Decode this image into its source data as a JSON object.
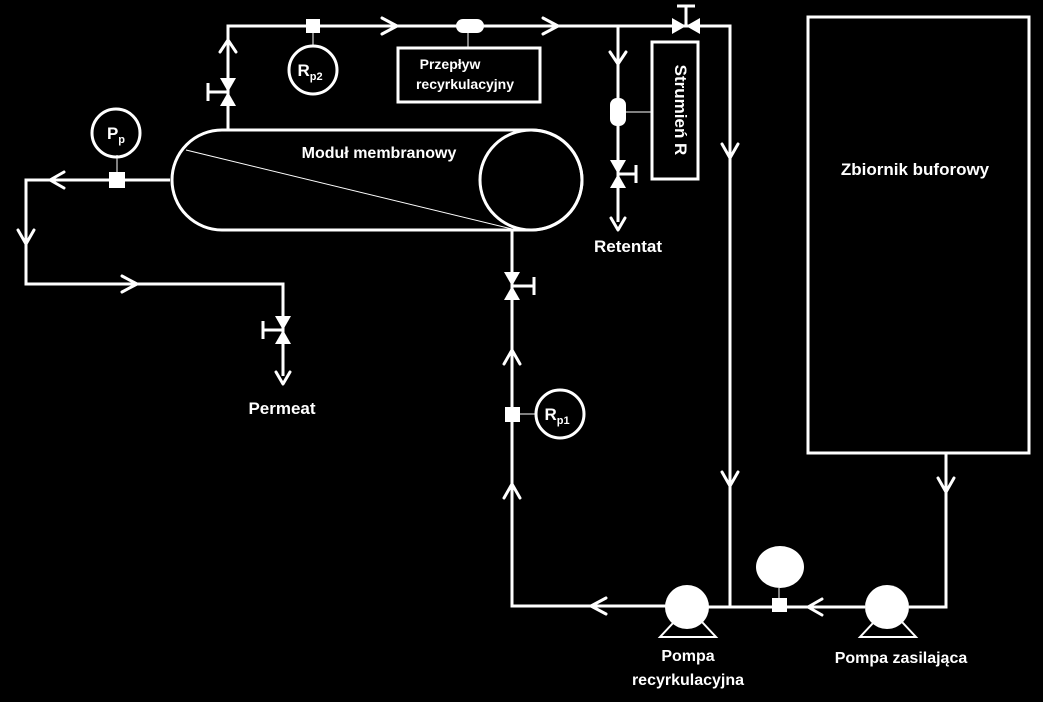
{
  "labels": {
    "module": "Moduł membranowy",
    "buffer_tank": "Zbiornik buforowy",
    "permeate": "Permeat",
    "retentate": "Retentat",
    "flow_meter_line1": "Przepływ",
    "flow_meter_line2": "recyrkulacyjny",
    "stream_r": "Strumień R",
    "pump_recirc_line1": "Pompa",
    "pump_recirc_line2": "recyrkulacyjna",
    "pump_feed": "Pompa zasilająca"
  },
  "gauges": {
    "pp_main": "P",
    "pp_sub": "p",
    "rp1_main": "R",
    "rp1_sub": "p1",
    "rp2_main": "R",
    "rp2_sub": "p2"
  },
  "colors": {
    "background": "#000000",
    "line": "#ffffff"
  }
}
